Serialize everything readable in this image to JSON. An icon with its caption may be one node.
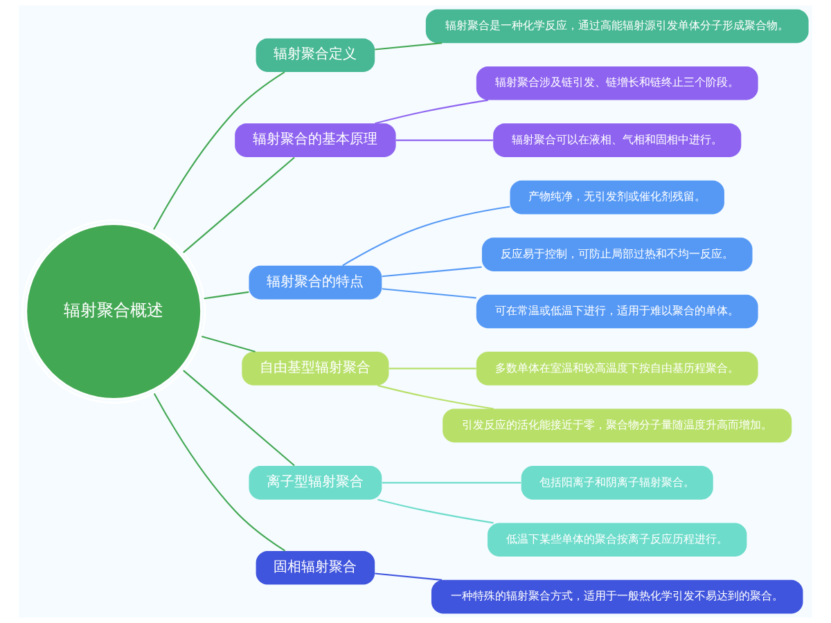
{
  "diagram": {
    "nodes": [
      {
        "text": [
          "辐射聚合概述"
        ]
      },
      {
        "text": [
          "辐射聚合定义"
        ]
      },
      {
        "text": [
          "辐射聚合是一种化学反应，通过高能辐射源引发单体分子形成聚合物。"
        ]
      },
      {
        "text": [
          "辐射聚合的基本原理"
        ]
      },
      {
        "text": [
          "辐射聚合涉及链引发、链增长和链终止三个阶段。"
        ]
      },
      {
        "text": [
          "辐射聚合可以在液相、气相和固相中进行。"
        ]
      },
      {
        "text": [
          "辐射聚合的特点"
        ]
      },
      {
        "text": [
          "产物纯净，无引发剂或催化剂残留。"
        ]
      },
      {
        "text": [
          "反应易于控制，可防止局部过热和不均一反应。"
        ]
      },
      {
        "text": [
          "可在常温或低温下进行，适用于难以聚合的单体。"
        ]
      },
      {
        "text": [
          "自由基型辐射聚合"
        ]
      },
      {
        "text": [
          "多数单体在室温和较高温度下按自由基历程聚合。"
        ]
      },
      {
        "text": [
          "引发反应的活化能接近于零，聚合物分子量随温度升高而增加。"
        ]
      },
      {
        "text": [
          "离子型辐射聚合"
        ]
      },
      {
        "text": [
          "包括阳离子和阴离子辐射聚合。"
        ]
      },
      {
        "text": [
          "低温下某些单体的聚合按离子反应历程进行。"
        ]
      },
      {
        "text": [
          "固相辐射聚合"
        ]
      },
      {
        "text": [
          "一种特殊的辐射聚合方式，适用于一般热化学引发不易达到的聚合。"
        ]
      }
    ],
    "edges": [
      {
        "from": 0,
        "to": 1,
        "arrow": "none"
      },
      {
        "from": 1,
        "to": 2,
        "arrow": "none"
      },
      {
        "from": 0,
        "to": 3,
        "arrow": "none"
      },
      {
        "from": 3,
        "to": 4,
        "arrow": "none",
        "color": "#8e63f0"
      },
      {
        "from": 3,
        "to": 5,
        "arrow": "none",
        "color": "#8e63f0"
      },
      {
        "from": 0,
        "to": 6,
        "arrow": "none"
      },
      {
        "from": 6,
        "to": 7,
        "arrow": "none",
        "color": "#5699f5"
      },
      {
        "from": 6,
        "to": 8,
        "arrow": "none",
        "color": "#5699f5"
      },
      {
        "from": 6,
        "to": 9,
        "arrow": "none",
        "color": "#5699f5"
      },
      {
        "from": 0,
        "to": 10,
        "arrow": "none"
      },
      {
        "from": 10,
        "to": 11,
        "arrow": "none",
        "color": "#b8e069"
      },
      {
        "from": 10,
        "to": 12,
        "arrow": "none",
        "color": "#b8e069"
      },
      {
        "from": 0,
        "to": 13,
        "arrow": "none"
      },
      {
        "from": 13,
        "to": 14,
        "arrow": "none",
        "color": "#6ddccb"
      },
      {
        "from": 13,
        "to": 15,
        "arrow": "none",
        "color": "#6ddccb"
      },
      {
        "from": 0,
        "to": 16,
        "arrow": "none"
      },
      {
        "from": 16,
        "to": 17,
        "arrow": "none",
        "color": "#4055dd"
      }
    ]
  }
}
